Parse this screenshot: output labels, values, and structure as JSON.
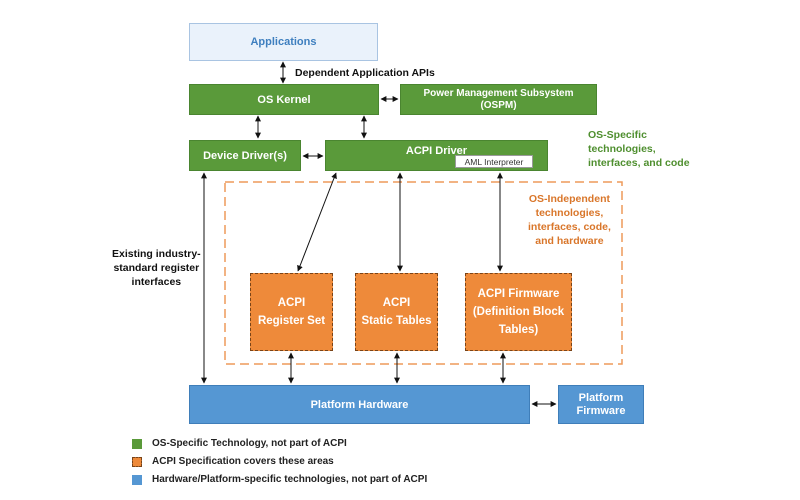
{
  "applications": "Applications",
  "dependent_apis": "Dependent Application APIs",
  "os_kernel": "OS Kernel",
  "ospm": "Power Management Subsystem\n(OSPM)",
  "device_drivers": "Device Driver(s)",
  "acpi_driver": "ACPI Driver",
  "aml_interpreter": "AML Interpreter",
  "os_specific_note": "OS-Specific\ntechnologies,\ninterfaces, and code",
  "os_independent_note": "OS-Independent\ntechnologies,\ninterfaces, code,\nand hardware",
  "existing_interfaces": "Existing industry-\nstandard register\ninterfaces",
  "acpi_register_set": "ACPI\nRegister Set",
  "acpi_static_tables": "ACPI\nStatic Tables",
  "acpi_firmware": "ACPI Firmware\n(Definition Block\nTables)",
  "platform_hardware": "Platform Hardware",
  "platform_firmware": "Platform\nFirmware",
  "legend": {
    "green": "OS-Specific Technology, not part of ACPI",
    "orange": "ACPI Specification covers these areas",
    "blue": "Hardware/Platform-specific technologies, not part of ACPI"
  },
  "colors": {
    "green": "#5a9a3a",
    "orange": "#ee8a3a",
    "blue": "#5597d3",
    "dashed_region": "#ee9a5a",
    "green_text": "#4f8f2f",
    "orange_text": "#d9762a"
  }
}
